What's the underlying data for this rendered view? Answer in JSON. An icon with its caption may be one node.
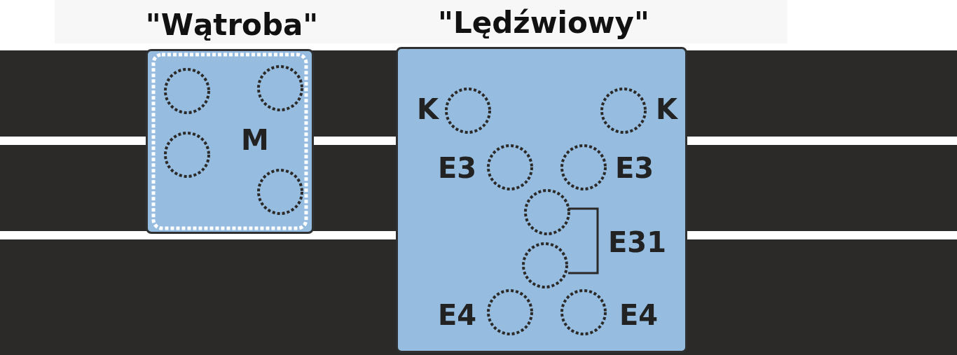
{
  "diagram": {
    "nodes": [
      {
        "text": [
          "\"Wątroba\""
        ]
      },
      {
        "text": [
          "\"Lędźwiowy\""
        ]
      }
    ],
    "labels": [
      "M",
      "K",
      "K",
      "E3",
      "E3",
      "E31",
      "E4",
      "E4"
    ]
  }
}
